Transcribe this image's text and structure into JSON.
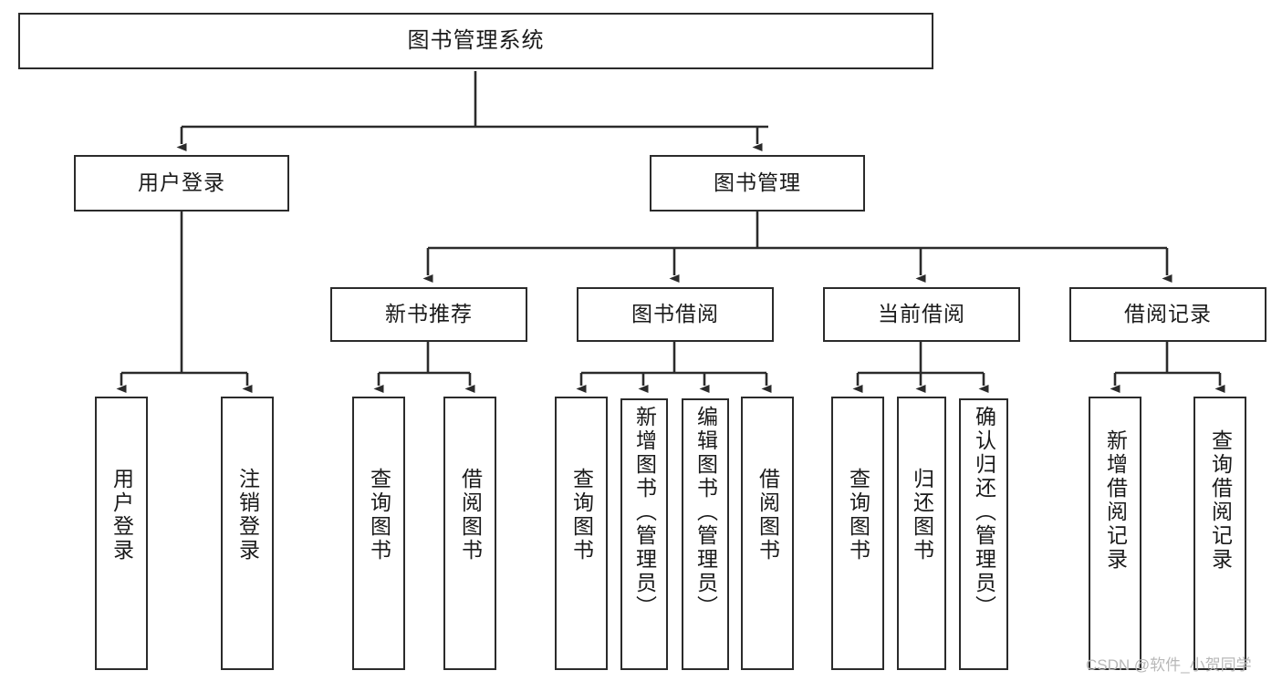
{
  "diagram": {
    "title": "图书管理系统",
    "type": "tree",
    "background_color": "#ffffff",
    "line_color": "#2b2b2b",
    "text_color": "#1a1a1a"
  },
  "nodes": {
    "root": {
      "label": "图书管理系统",
      "level": 1
    },
    "level2": [
      {
        "id": "user-login",
        "label": "用户登录"
      },
      {
        "id": "book-manage",
        "label": "图书管理"
      }
    ],
    "level3": [
      {
        "id": "new-book-recommend",
        "label": "新书推荐"
      },
      {
        "id": "book-borrow",
        "label": "图书借阅"
      },
      {
        "id": "current-borrow",
        "label": "当前借阅"
      },
      {
        "id": "borrow-record",
        "label": "借阅记录"
      }
    ],
    "leaves": {
      "user-login": [
        {
          "id": "leaf-user-login",
          "label": "用户登录"
        },
        {
          "id": "leaf-user-logout",
          "label": "注销登录"
        }
      ],
      "new-book-recommend": [
        {
          "id": "leaf-query-book-1",
          "label": "查询图书"
        },
        {
          "id": "leaf-borrow-book-1",
          "label": "借阅图书"
        }
      ],
      "book-borrow": [
        {
          "id": "leaf-query-book-2",
          "label": "查询图书"
        },
        {
          "id": "leaf-add-book",
          "label": "新增图书（管理员）"
        },
        {
          "id": "leaf-edit-book",
          "label": "编辑图书（管理员）"
        },
        {
          "id": "leaf-borrow-book-2",
          "label": "借阅图书"
        }
      ],
      "current-borrow": [
        {
          "id": "leaf-query-book-3",
          "label": "查询图书"
        },
        {
          "id": "leaf-return-book",
          "label": "归还图书"
        },
        {
          "id": "leaf-confirm-return",
          "label": "确认归还（管理员）"
        }
      ],
      "borrow-record": [
        {
          "id": "leaf-add-record",
          "label": "新增借阅记录"
        },
        {
          "id": "leaf-query-record",
          "label": "查询借阅记录"
        }
      ]
    }
  },
  "watermark": {
    "text": "CSDN @软件_小贺同学"
  }
}
